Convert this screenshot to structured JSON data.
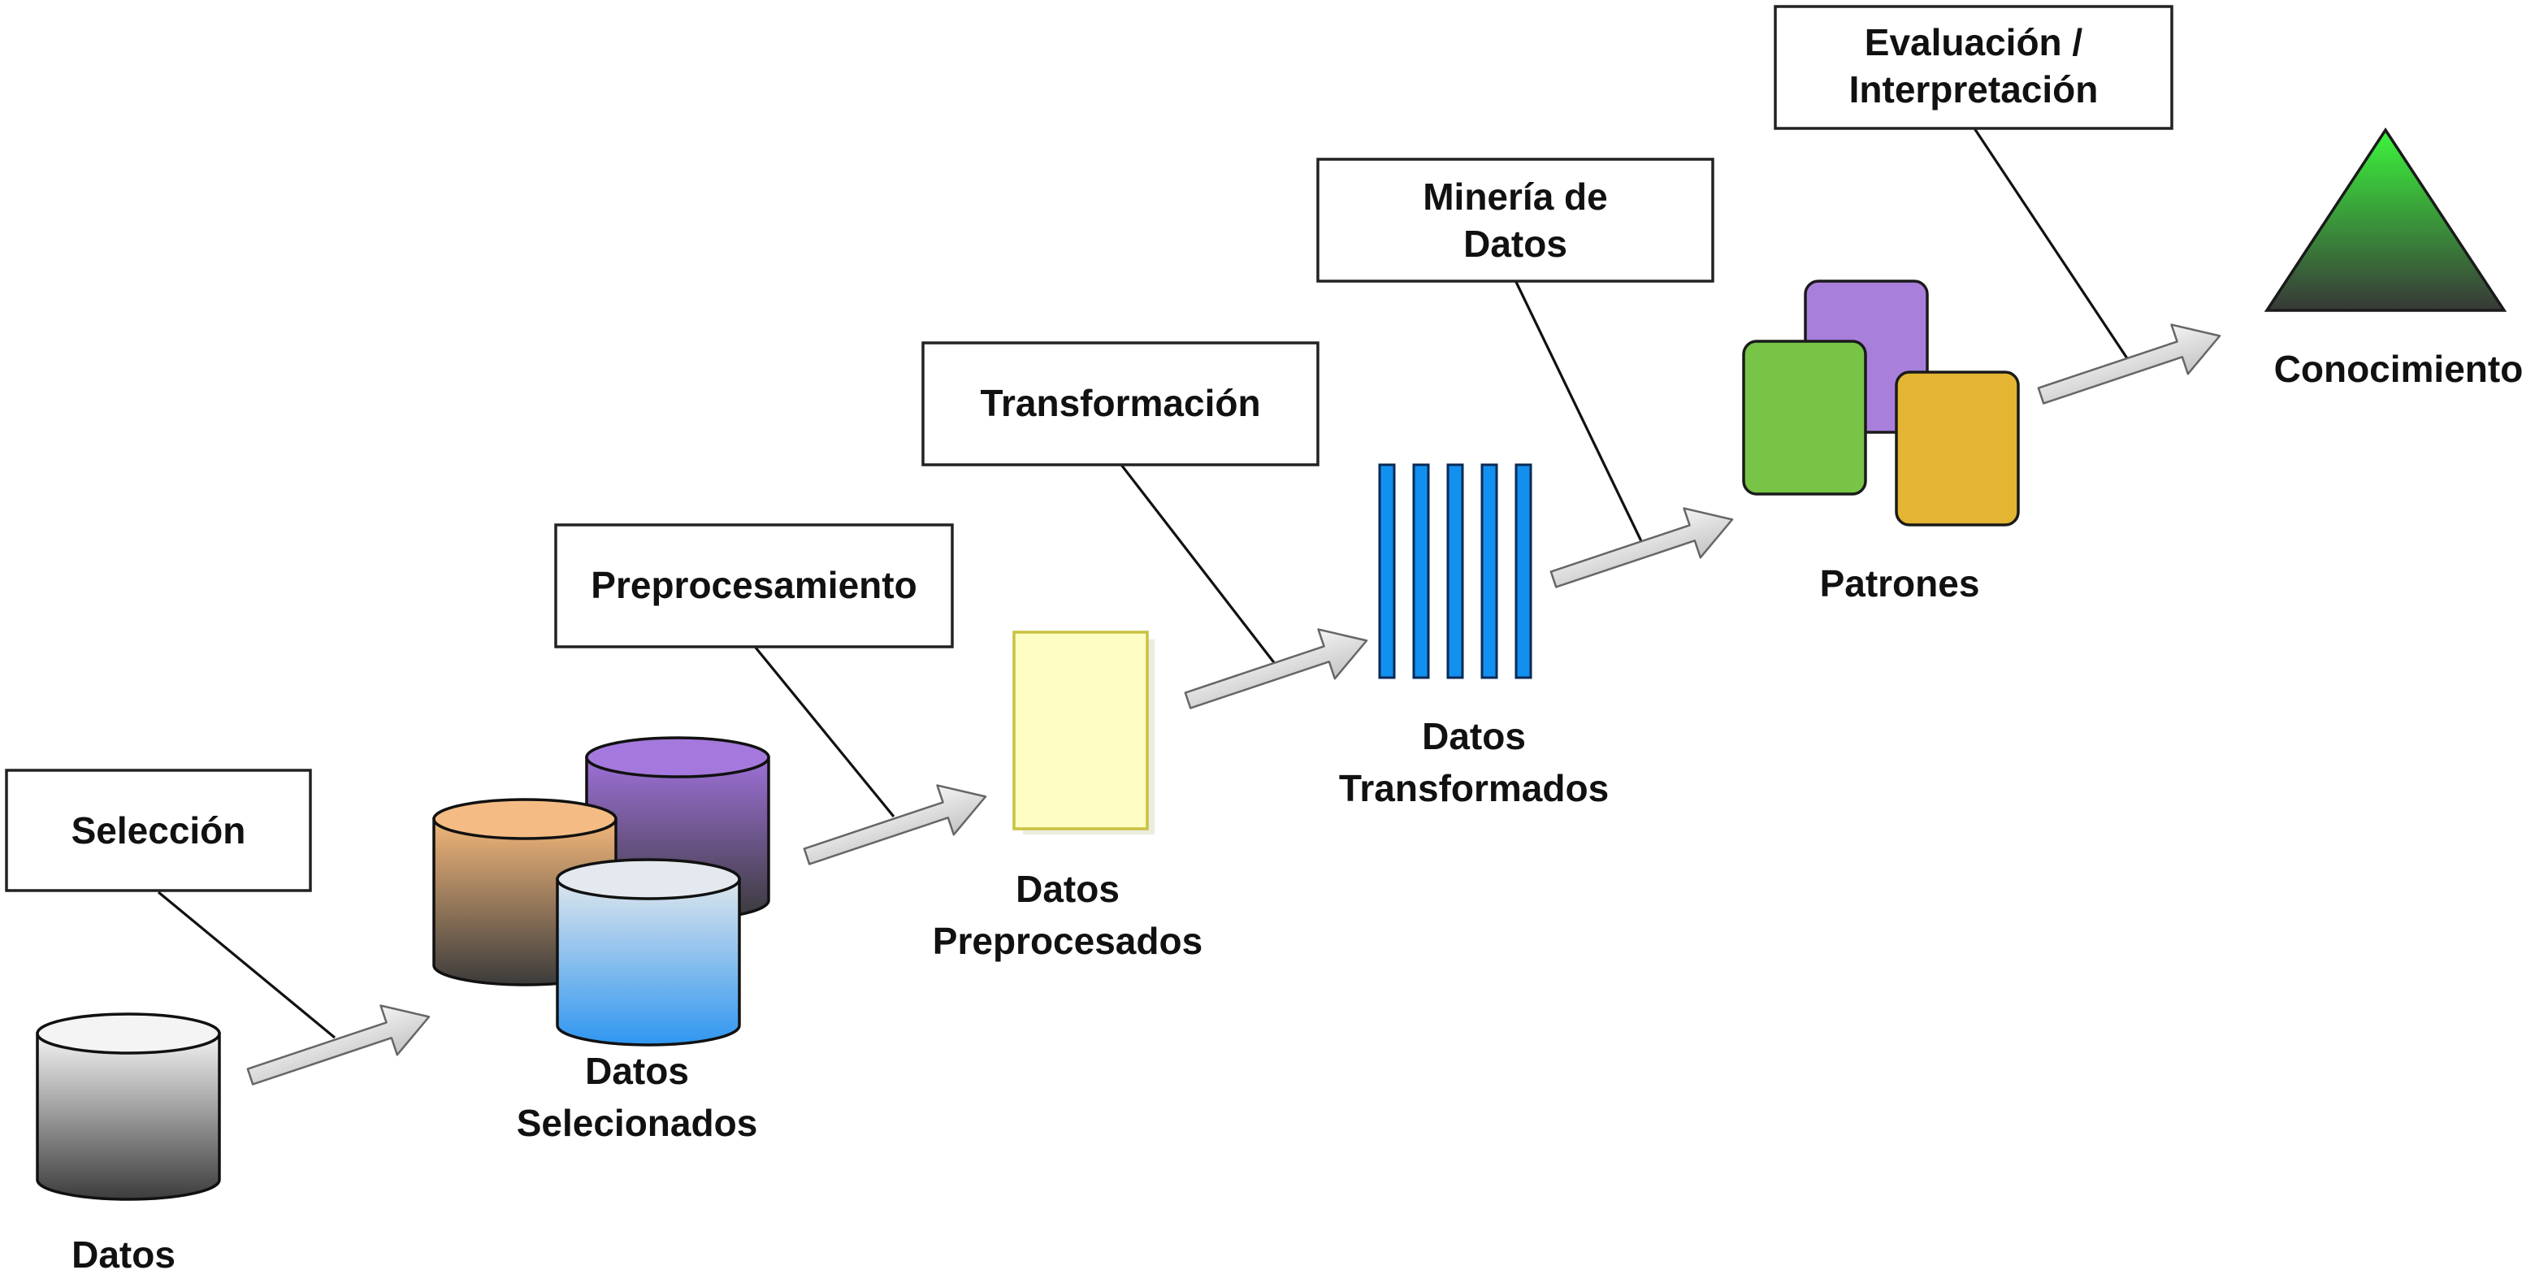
{
  "diagram": {
    "stages": [
      {
        "key": "seleccion",
        "lines": [
          "Selección"
        ]
      },
      {
        "key": "preprocesamiento",
        "lines": [
          "Preprocesamiento"
        ]
      },
      {
        "key": "transformacion",
        "lines": [
          "Transformación"
        ]
      },
      {
        "key": "mineria",
        "lines": [
          "Minería de",
          "Datos"
        ]
      },
      {
        "key": "evaluacion",
        "lines": [
          "Evaluación /",
          "Interpretación"
        ]
      }
    ],
    "artifacts": [
      {
        "key": "datos",
        "lines": [
          "Datos"
        ],
        "icon": "database-cylinder-icon"
      },
      {
        "key": "seleccionados",
        "lines": [
          "Datos",
          "Selecionados"
        ],
        "icon": "database-cylinders-icon"
      },
      {
        "key": "preprocesados",
        "lines": [
          "Datos",
          "Preprocesados"
        ],
        "icon": "document-page-icon"
      },
      {
        "key": "transformados",
        "lines": [
          "Datos",
          "Transformados"
        ],
        "icon": "column-bars-icon"
      },
      {
        "key": "patrones",
        "lines": [
          "Patrones"
        ],
        "icon": "pattern-cards-icon"
      },
      {
        "key": "conocimiento",
        "lines": [
          "Conocimiento"
        ],
        "icon": "triangle-icon"
      }
    ],
    "colors": {
      "cylinder_gray_top": "#f2f2f2",
      "cylinder_gray_bottom": "#3c3c3c",
      "cylinder_orange": "#f0b47a",
      "cylinder_purple": "#9b6dd6",
      "cylinder_blue": "#4aa3ee",
      "document_fill": "#fdfdc4",
      "document_border": "#c9c240",
      "bars": "#1290f0",
      "pattern_purple": "#a97fdc",
      "pattern_green": "#77c447",
      "pattern_yellow": "#e3b532",
      "triangle_top": "#3cf03c",
      "triangle_bottom": "#3a3a3a",
      "arrow_fill": "#e4e4e4"
    }
  }
}
